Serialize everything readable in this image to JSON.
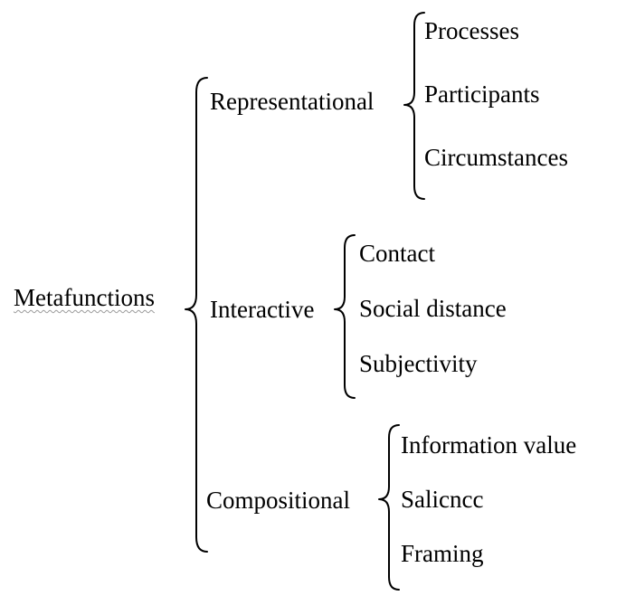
{
  "colors": {
    "text": "#000000",
    "brace": "#000000",
    "underline": "#9a9a9a"
  },
  "root": {
    "label": "Metafunctions"
  },
  "branches": [
    {
      "label": "Representational",
      "items": [
        "Processes",
        "Participants",
        "Circumstances"
      ]
    },
    {
      "label": "Interactive",
      "items": [
        "Contact",
        "Social distance",
        "Subjectivity"
      ]
    },
    {
      "label": "Compositional",
      "items": [
        "Information value",
        "Salicncc",
        "Framing"
      ]
    }
  ]
}
